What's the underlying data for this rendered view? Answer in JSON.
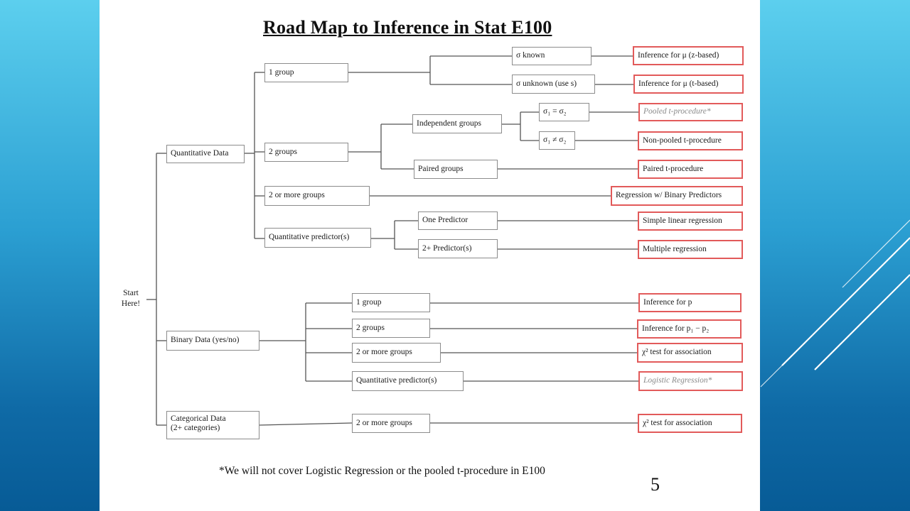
{
  "title": "Road Map to Inference in Stat E100",
  "start": {
    "line1": "Start",
    "line2": "Here!"
  },
  "categories": {
    "quantitative": "Quantitative Data",
    "binary": "Binary Data (yes/no)",
    "categorical_line1": "Categorical Data",
    "categorical_line2": "(2+ categories)"
  },
  "quantitative_branches": {
    "one_group": "1 group",
    "two_groups": "2 groups",
    "two_or_more_groups": "2 or more groups",
    "quant_predictors": "Quantitative predictor(s)"
  },
  "sub_branches": {
    "sigma_known": "σ known",
    "sigma_unknown": "σ unknown (use s)",
    "independent_groups": "Independent groups",
    "paired_groups": "Paired groups",
    "sigma_equal": "σ₁ = σ₂",
    "sigma_not_equal": "σ₁ ≠ σ₂",
    "one_predictor": "One Predictor",
    "two_plus_predictors": "2+ Predictor(s)"
  },
  "binary_branches": {
    "one_group": "1 group",
    "two_groups": "2 groups",
    "two_or_more_groups": "2 or more groups",
    "quant_predictors": "Quantitative predictor(s)"
  },
  "categorical_branches": {
    "two_or_more_groups": "2 or more groups"
  },
  "results": {
    "inference_mu_z": "Inference for μ (z-based)",
    "inference_mu_t": "Inference for μ (t-based)",
    "pooled_t": "Pooled t-procedure*",
    "nonpooled_t": "Non-pooled t-procedure",
    "paired_t": "Paired t-procedure",
    "regression_binary": "Regression w/ Binary Predictors",
    "simple_linear": "Simple linear regression",
    "multiple_regression": "Multiple regression",
    "inference_p": "Inference for p",
    "inference_p1_p2": "Inference for p₁ − p₂",
    "chi2_binary": "χ² test for association",
    "logistic_regression": "Logistic Regression*",
    "chi2_categorical": "χ² test for association"
  },
  "footnote": "*We will not cover Logistic Regression or the pooled t-procedure in E100",
  "page_number": "5",
  "colors": {
    "leaf_border": "#e25a5a",
    "box_border": "#8c8c8c",
    "connector": "#555555",
    "background_top": "#5ccfee",
    "background_bottom": "#075b96"
  }
}
